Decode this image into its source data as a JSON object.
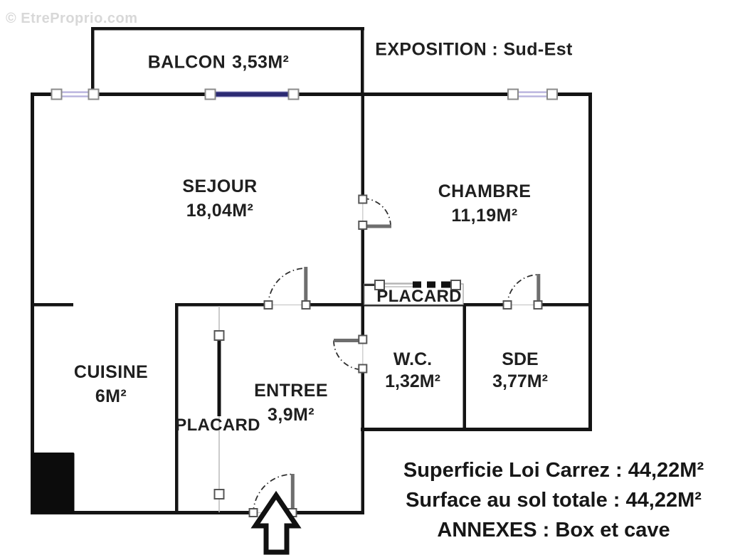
{
  "watermark": "© EtreProprio.com",
  "header": {
    "exposition": "EXPOSITION : Sud-Est"
  },
  "rooms": {
    "balcon": {
      "name": "BALCON",
      "area": "3,53M²"
    },
    "sejour": {
      "name": "SEJOUR",
      "area": "18,04M²"
    },
    "chambre": {
      "name": "CHAMBRE",
      "area": "11,19M²"
    },
    "cuisine": {
      "name": "CUISINE",
      "area": "6M²"
    },
    "entree": {
      "name": "ENTREE",
      "area": "3,9M²"
    },
    "wc": {
      "name": "W.C.",
      "area": "1,32M²"
    },
    "sde": {
      "name": "SDE",
      "area": "3,77M²"
    },
    "placard_left": {
      "name": "PLACARD"
    },
    "placard_middle": {
      "name": "PLACARD"
    }
  },
  "summary": {
    "loi_carrez": "Superficie Loi Carrez : 44,22M²",
    "surface_sol": "Surface au sol totale : 44,22M²",
    "annexes": "ANNEXES : Box et cave"
  },
  "colors": {
    "wall": "#141414",
    "window": "#b7b2dd",
    "balcony_door": "#2b2a72",
    "door_leaf": "#666666",
    "text": "#1f1f1f",
    "watermark": "#d8d8d8"
  }
}
